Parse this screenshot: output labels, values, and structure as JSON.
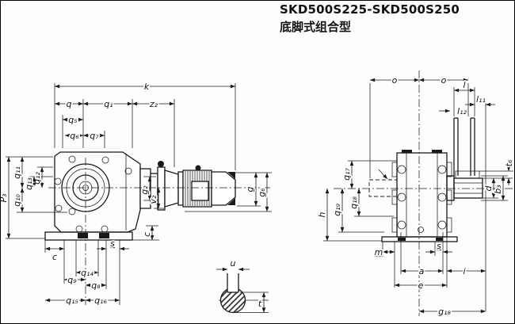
{
  "title": {
    "model": "SKD500S225-SKD500S250",
    "variant_cn": "底脚式组合型"
  },
  "colors": {
    "ink": "#1a1a1a",
    "paper": "#fdfdfb"
  },
  "views": {
    "front": {
      "dims": {
        "k": "k",
        "q": "q",
        "q1": "q₁",
        "z2": "z₂",
        "q5": "q₅",
        "q6": "q₆",
        "q7": "q₇",
        "P3": "P₃",
        "q10": "q₁₀",
        "q11": "q₁₁",
        "q12": "q₁₂",
        "q13": "q₁₃",
        "g": "g",
        "g6": "g₆",
        "g2": "g₂",
        "v2": "v₂",
        "c_right": "c",
        "c": "c",
        "s": "s",
        "q8": "q₈",
        "q9": "q₉",
        "q14": "q₁₄",
        "q15": "q₁₅",
        "q16": "q₁₆"
      }
    },
    "shaft_section": {
      "dims": {
        "u": "u",
        "t": "t"
      }
    },
    "side": {
      "dims": {
        "o1": "o",
        "o2": "o",
        "l": "l",
        "l11": "l₁₁",
        "l12": "l₁₂",
        "h": "h",
        "q17": "q₁₇",
        "q18": "q₁₈",
        "q19": "q₁₉",
        "d": "d",
        "b3": "b₃",
        "t6": "t₆",
        "m": "m",
        "s": "s",
        "a": "a",
        "i": "i",
        "e": "e",
        "g18": "g₁₈"
      }
    }
  }
}
